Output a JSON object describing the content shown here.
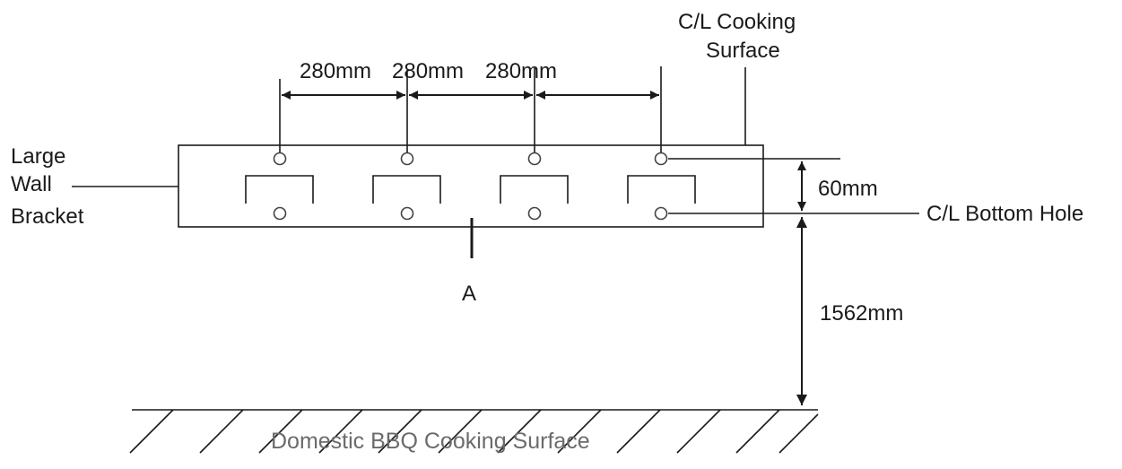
{
  "labels": {
    "bracket_line1": "Large",
    "bracket_line2": "Wall",
    "bracket_line3": "Bracket",
    "cl_cooking_line1": "C/L Cooking",
    "cl_cooking_line2": "Surface",
    "spacing_1": "280mm",
    "spacing_2": "280mm",
    "spacing_3": "280mm",
    "hole_gap": "60mm",
    "cl_bottom_hole": "C/L Bottom Hole",
    "height": "1562mm",
    "section_marker": "A",
    "surface": "Domestic BBQ Cooking Surface"
  }
}
